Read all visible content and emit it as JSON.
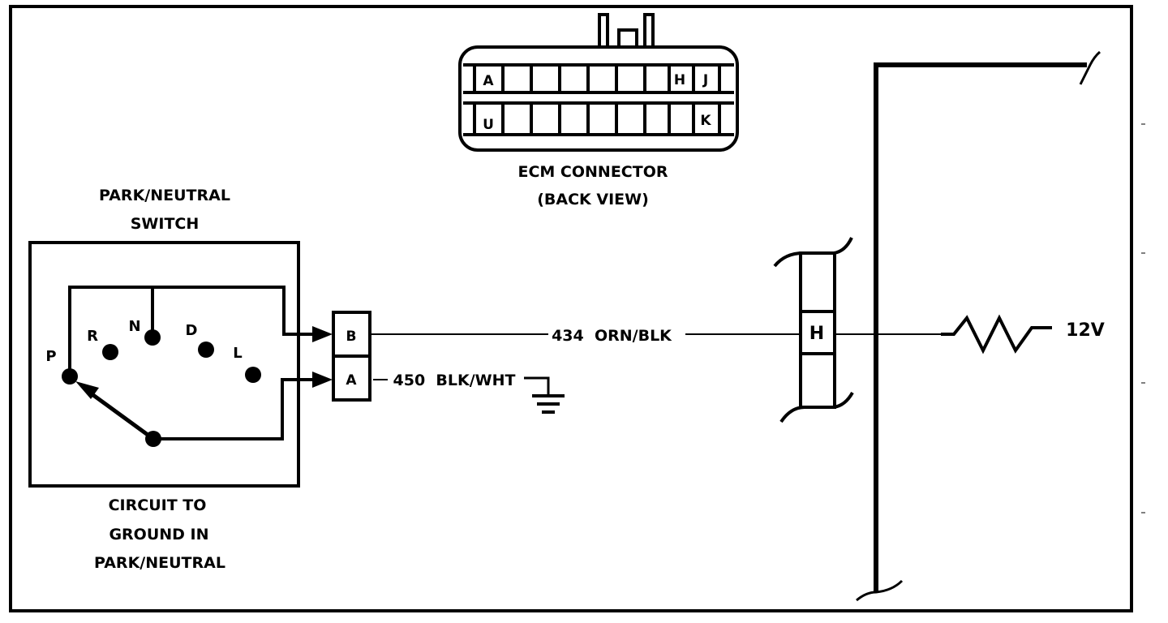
{
  "ecm_connector": {
    "title_line1": "ECM CONNECTOR",
    "title_line2": "(BACK VIEW)",
    "pins_top": {
      "first": "A",
      "h": "H",
      "j": "J"
    },
    "pins_bottom": {
      "first": "U",
      "k": "K"
    }
  },
  "switch": {
    "title_line1": "PARK/NEUTRAL",
    "title_line2": "SWITCH",
    "positions": {
      "p": "P",
      "r": "R",
      "n": "N",
      "d": "D",
      "l": "L"
    },
    "caption_line1": "CIRCUIT TO",
    "caption_line2": "GROUND IN",
    "caption_line3": "PARK/NEUTRAL"
  },
  "terminals": {
    "b": "B",
    "a": "A"
  },
  "wires": {
    "signal": "434  ORN/BLK",
    "ground": "450  BLK/WHT"
  },
  "ecm_terminal": "H",
  "supply_voltage": "12V",
  "icons": [
    "ground-symbol-icon",
    "resistor-icon",
    "arrow-icon",
    "break-mark-icon"
  ]
}
